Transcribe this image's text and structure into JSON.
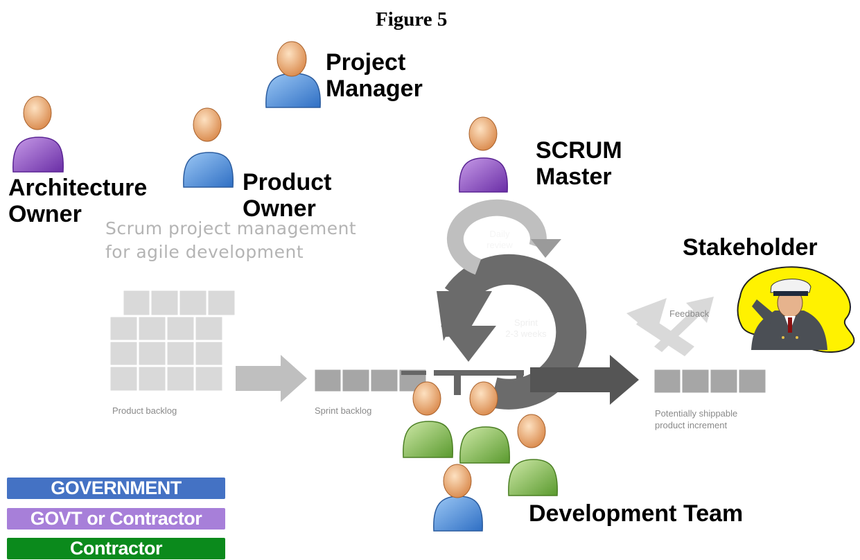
{
  "figure_title": "Figure 5",
  "subtitle": "Scrum project management\nfor agile development",
  "roles": {
    "project_manager": "Project\nManager",
    "scrum_master": "SCRUM\nMaster",
    "architecture_owner": "Architecture\nOwner",
    "product_owner": "Product\nOwner",
    "stakeholder": "Stakeholder",
    "development_team": "Development Team"
  },
  "process": {
    "product_backlog": "Product backlog",
    "sprint_backlog": "Sprint backlog",
    "increment": "Potentially shippable\nproduct increment",
    "daily_review": "Daily\nreview",
    "sprint": "Sprint\n2-3 weeks",
    "feedback": "Feedback"
  },
  "legend": [
    {
      "label": "GOVERNMENT",
      "color": "#4472c4"
    },
    {
      "label": "GOVT or Contractor",
      "color": "#a77fd9"
    },
    {
      "label": "Contractor",
      "color": "#0b8a1c"
    }
  ],
  "colors": {
    "government_person": "#4a86d6",
    "govt_or_contractor_person": "#8a4fc2",
    "contractor_person": "#7dbb4a",
    "stakeholder_blob": "#fff200"
  }
}
